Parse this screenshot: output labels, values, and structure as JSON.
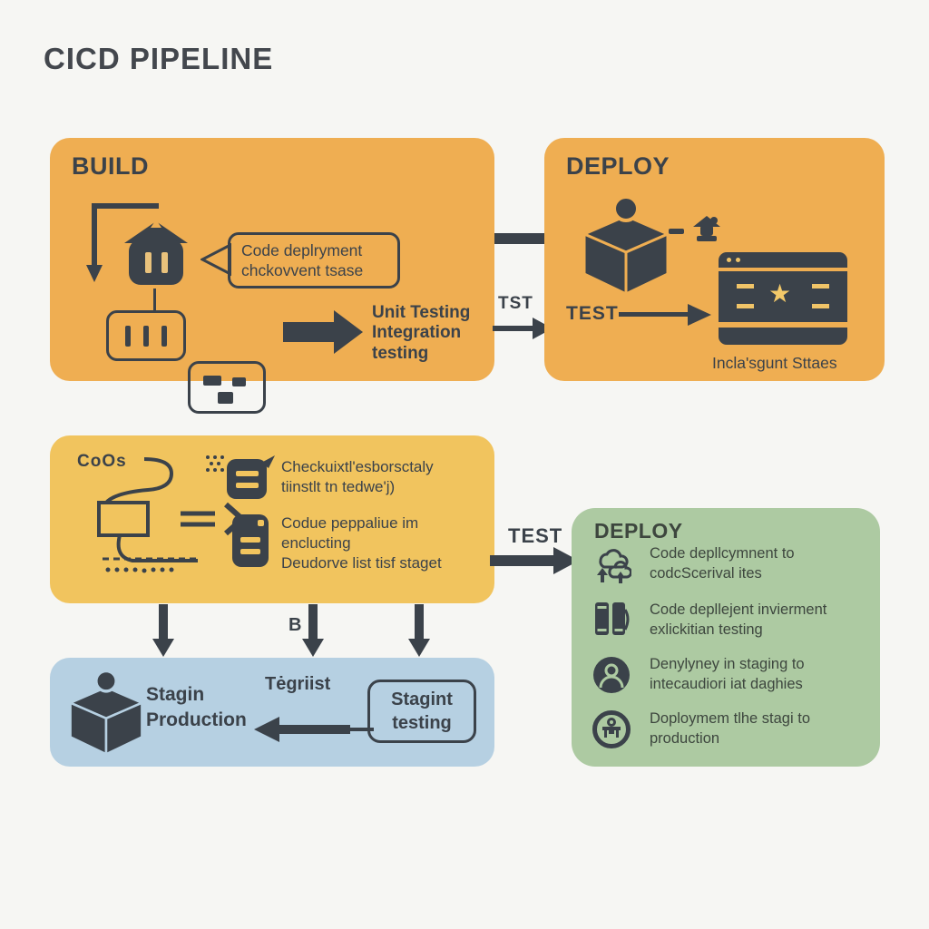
{
  "title": "CICD PIPELINE",
  "colors": {
    "background": "#f6f6f3",
    "orange_box": "#efae52",
    "yellow_box": "#f1c45e",
    "green_box": "#adcaa2",
    "blue_box": "#b6d0e2",
    "dark": "#3b424a"
  },
  "build": {
    "header": "BUILD",
    "bubble_line1": "Code deplryment",
    "bubble_line2": "chckovvent tsase",
    "result_line1": "Unit Testing",
    "result_line2": "Integration",
    "result_line3": "testing"
  },
  "connector": {
    "tst_label": "TST"
  },
  "deploy_top": {
    "header": "DEPLOY",
    "test_label": "TEST",
    "caption": "Incla'sgunt Sttaes"
  },
  "pipeline": {
    "code_label": "CoOs",
    "item1_line1": "Checkuixtl'esborsctaly",
    "item1_line2": "tiinstlt tn tedwe'j)",
    "item2_line1": "Codue peppaliue im",
    "item2_line2": "enclucting",
    "item2_line3": "Deudorve list tisf staget"
  },
  "mid_test_label": "TEST",
  "deploy_green": {
    "header": "DEPLOY",
    "items": [
      {
        "icon": "cloud-deploy-icon",
        "line1": "Code depllcymnent to",
        "line2": "codcScerival ites"
      },
      {
        "icon": "devices-icon",
        "line1": "Code depllejent invierment",
        "line2": "exlickitian testing"
      },
      {
        "icon": "user-circle-icon",
        "line1": "Denylyney in staging to",
        "line2": "intecaudiori iat daghies"
      },
      {
        "icon": "production-badge-icon",
        "line1": "Doploymem tlhe stagi to",
        "line2": "production"
      }
    ]
  },
  "arrows": {
    "b_label": "B"
  },
  "staging": {
    "line1": "Stagin",
    "line2": "Production",
    "mid_label": "Tėgriist",
    "box_line1": "Stagint",
    "box_line2": "testing"
  }
}
